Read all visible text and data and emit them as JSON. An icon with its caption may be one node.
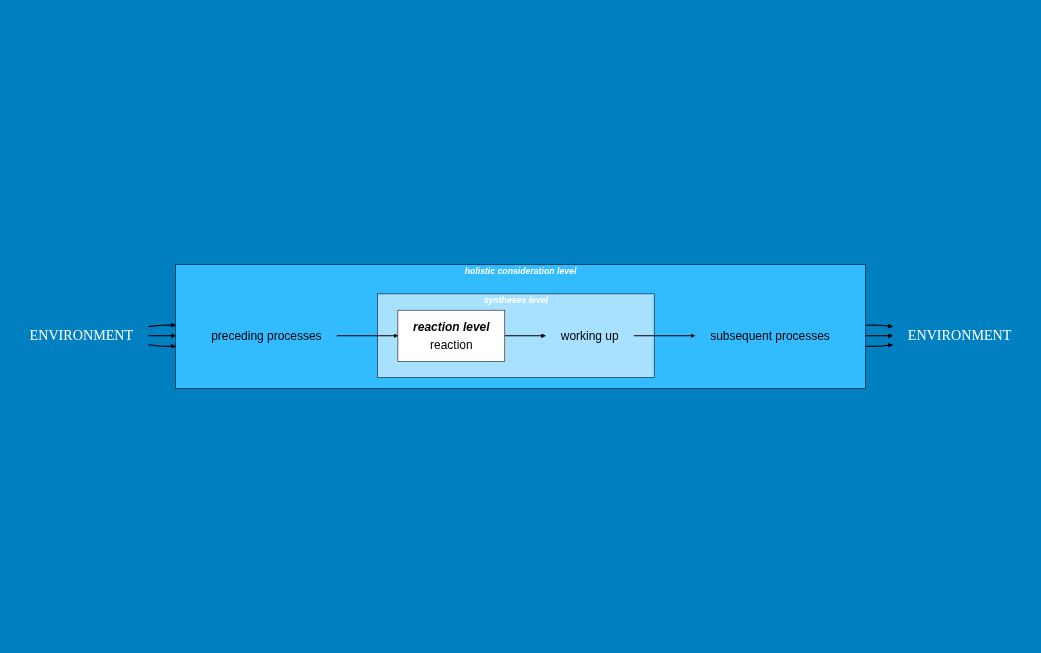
{
  "diagram": {
    "nodes": [
      {
        "text": [
          "holistic consideration level"
        ]
      },
      {
        "text": [
          "syntheses level"
        ],
        "in": 0
      },
      {
        "text": [
          "reaction level",
          "reaction"
        ],
        "in": 1
      },
      {
        "text": [
          "working up"
        ],
        "in": 1
      },
      {
        "text": [
          "preceding processes"
        ],
        "in": 0
      },
      {
        "text": [
          "subsequent processes"
        ],
        "in": 0
      },
      {
        "text": [
          "ENVIRONMENT"
        ]
      },
      {
        "text": [
          "ENVIRONMENT"
        ]
      }
    ],
    "edges": [
      {
        "from": 6,
        "to": 0,
        "arrow": "to"
      },
      {
        "from": 6,
        "to": 0,
        "arrow": "to"
      },
      {
        "from": 6,
        "to": 0,
        "arrow": "to"
      },
      {
        "from": 4,
        "to": 2,
        "arrow": "to"
      },
      {
        "from": 2,
        "to": 3,
        "arrow": "to"
      },
      {
        "from": 3,
        "to": 5,
        "arrow": "to"
      },
      {
        "from": 0,
        "to": 7,
        "arrow": "to"
      },
      {
        "from": 0,
        "to": 7,
        "arrow": "to"
      },
      {
        "from": 0,
        "to": 7,
        "arrow": "to"
      }
    ]
  }
}
